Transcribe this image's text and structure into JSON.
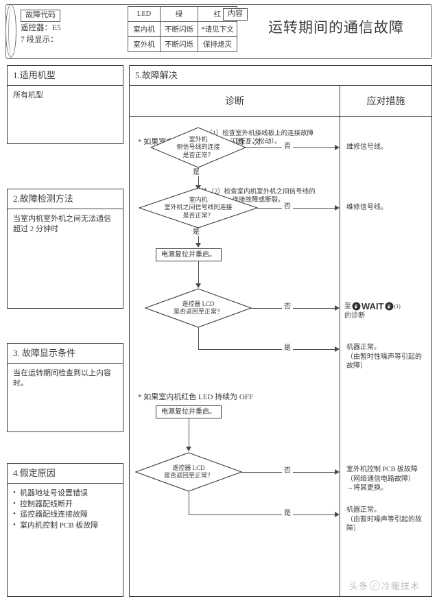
{
  "header": {
    "code_tag": "故障代码",
    "remote_line": "遥控器：E5",
    "seg_line": "7 段显示：",
    "content_tag": "内容",
    "title": "运转期间的通信故障",
    "led_table": {
      "headers": [
        "LED",
        "绿",
        "红"
      ],
      "rows": [
        [
          "室内机",
          "不断闪烁",
          "*请见下文"
        ],
        [
          "室外机",
          "不断闪烁",
          "保持熄灭"
        ]
      ]
    }
  },
  "sections": [
    {
      "title": "1.适用机型",
      "body": "所有机型",
      "items": []
    },
    {
      "title": "2.故障检测方法",
      "body": "当室内机室外机之间无法通信超过 2 分钟时",
      "items": []
    },
    {
      "title": "3. 故障显示条件",
      "body": "当在运转期间检查到以上内容时。",
      "items": []
    },
    {
      "title": "4.假定原因",
      "body": "",
      "items": [
        "机器地址号设置错误",
        "控制器配线断开",
        "遥控器配线连接故障",
        "室内机控制 PCB 板故障"
      ]
    }
  ],
  "main": {
    "title": "5.故障解决",
    "col_diagnosis": "诊断",
    "col_action": "应对措施",
    "branch1": {
      "star": "* 如果室内机上的红色 LED 闪烁 2 次",
      "note1_l1": "注（1）检查室外机接线板上的连接故障",
      "note1_l2": "（断开、松动）。",
      "note2_l1": "注（2）检查室内机室外机之间信号线的",
      "note2_l2": "连接故障或断裂。",
      "d1_l1": "室外机",
      "d1_l2": "侧信号线的连接",
      "d1_l3": "是否正常？",
      "d2_l1": "室内机",
      "d2_l2": "室外机之间信号线的连接",
      "d2_l3": "是否正常？",
      "proc": "电源复位并重启。",
      "d3_l1": "遥控器 LCD",
      "d3_l2": "是否返回至正常？",
      "no_label": "否",
      "yes_label": "是",
      "act1": "维修信号线。",
      "act2": "维修信号线。",
      "act3_prefix": "至",
      "act3_word": "WAIT",
      "act3_sup": "(1)",
      "act3_l2": "的诊断",
      "act4": "机器正常。\n（由暂时性噪声等引起的\n故障）"
    },
    "branch2": {
      "star": "* 如果室内机红色 LED 持续为 OFF",
      "proc": "电源复位并重启。",
      "d_l1": "遥控器 LCD",
      "d_l2": "是否返回至正常？",
      "no_label": "否",
      "yes_label": "是",
      "act_no": "室外机控制 PCB 板故障\n（网络通信电路故障）\n→将其更换。",
      "act_yes": "机器正常。\n（由暂时噪声等引起的故\n障）"
    }
  },
  "watermark": {
    "left": "头条",
    "right": "冷暖技术"
  }
}
